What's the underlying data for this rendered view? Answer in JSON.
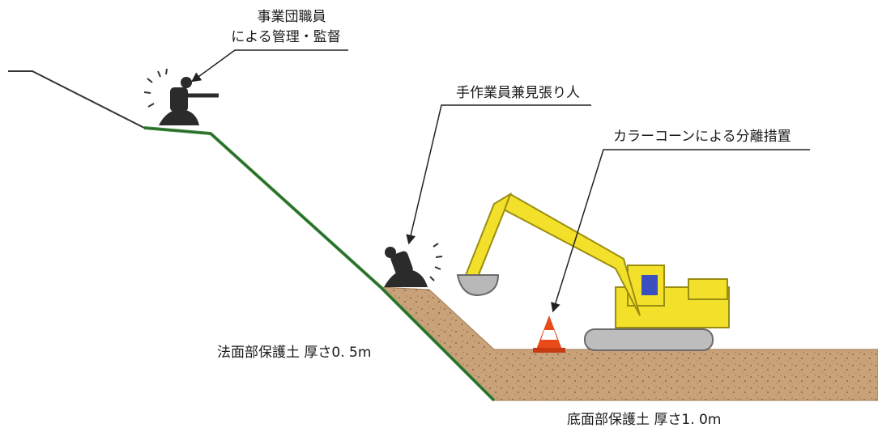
{
  "labels": {
    "supervisor_line1": "事業団職員",
    "supervisor_line2": "による管理・監督",
    "worker": "手作業員兼見張り人",
    "cone": "カラーコーンによる分離措置",
    "slope_soil": "法面部保護土 厚さ0. 5m",
    "bottom_soil": "底面部保護土 厚さ1. 0m"
  },
  "colors": {
    "slope_line": "#3a8a3a",
    "soil_fill": "#c9a27a",
    "excavator_body": "#f3e02a",
    "cone_orange": "#e84a1a"
  }
}
